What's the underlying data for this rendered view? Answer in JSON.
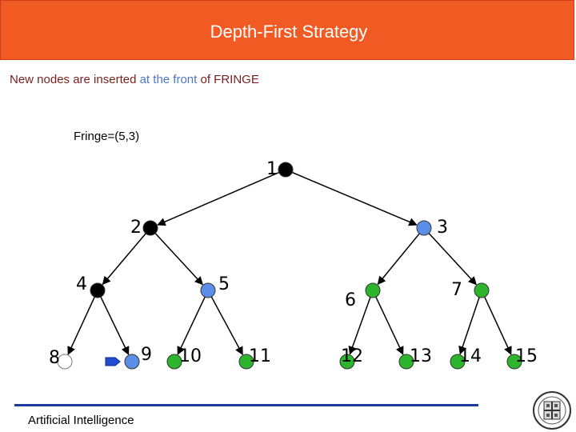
{
  "header": {
    "title": "Depth-First Strategy"
  },
  "subtitle": {
    "part1": "New nodes are inserted ",
    "part2": "at the front",
    "part3": " of FRINGE"
  },
  "fringe": "Fringe=(5,3)",
  "footer": {
    "text": "Artificial Intelligence"
  },
  "colors": {
    "header_bg": "#f15a22",
    "expanded": "#000000",
    "in_fringe": "#5b8ee8",
    "unexpanded": "#2db52d",
    "current": "#ffffff",
    "arrow": "#1f4fd0",
    "footer_line": "#1b3b9c"
  },
  "tree": {
    "nodes": [
      {
        "id": "1",
        "label": "1",
        "state": "expanded"
      },
      {
        "id": "2",
        "label": "2",
        "state": "expanded"
      },
      {
        "id": "3",
        "label": "3",
        "state": "in_fringe"
      },
      {
        "id": "4",
        "label": "4",
        "state": "expanded"
      },
      {
        "id": "5",
        "label": "5",
        "state": "in_fringe"
      },
      {
        "id": "6",
        "label": "6",
        "state": "unexpanded"
      },
      {
        "id": "7",
        "label": "7",
        "state": "unexpanded"
      },
      {
        "id": "8",
        "label": "8",
        "state": "current"
      },
      {
        "id": "9",
        "label": "9",
        "state": "in_fringe"
      },
      {
        "id": "10",
        "label": "10",
        "state": "unexpanded"
      },
      {
        "id": "11",
        "label": "11",
        "state": "unexpanded"
      },
      {
        "id": "12",
        "label": "12",
        "state": "unexpanded"
      },
      {
        "id": "13",
        "label": "13",
        "state": "unexpanded"
      },
      {
        "id": "14",
        "label": "14",
        "state": "unexpanded"
      },
      {
        "id": "15",
        "label": "15",
        "state": "unexpanded"
      }
    ],
    "edges": [
      [
        "1",
        "2"
      ],
      [
        "1",
        "3"
      ],
      [
        "2",
        "4"
      ],
      [
        "2",
        "5"
      ],
      [
        "3",
        "6"
      ],
      [
        "3",
        "7"
      ],
      [
        "4",
        "8"
      ],
      [
        "4",
        "9"
      ],
      [
        "5",
        "10"
      ],
      [
        "5",
        "11"
      ],
      [
        "6",
        "12"
      ],
      [
        "6",
        "13"
      ],
      [
        "7",
        "14"
      ],
      [
        "7",
        "15"
      ]
    ],
    "current_pointer": "8"
  }
}
